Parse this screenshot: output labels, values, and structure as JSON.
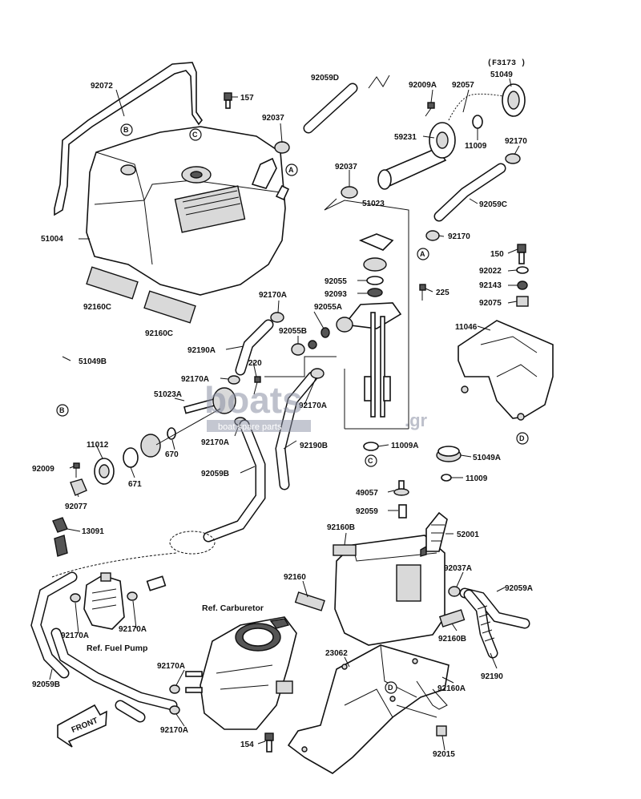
{
  "figure_code": "(F3173 )",
  "part_labels": {
    "p92072": "92072",
    "p157": "157",
    "p92059D": "92059D",
    "p92009A": "92009A",
    "p92057": "92057",
    "p51049": "51049",
    "p92037_top": "92037",
    "p59231": "59231",
    "p11009_top": "11009",
    "p92170_top": "92170",
    "p92037_mid": "92037",
    "p51023": "51023",
    "p92059C": "92059C",
    "p51004": "51004",
    "p92170_mid": "92170",
    "p150": "150",
    "p92022": "92022",
    "p92143": "92143",
    "p92075": "92075",
    "p92160C_a": "92160C",
    "p92160C_b": "92160C",
    "p92055": "92055",
    "p92093": "92093",
    "p225": "225",
    "p92170A_a": "92170A",
    "p92055A": "92055A",
    "p92055B": "92055B",
    "p11046": "11046",
    "p92190A": "92190A",
    "p220": "220",
    "p51049B": "51049B",
    "p92170A_b": "92170A",
    "p92170A_c": "92170A",
    "p51023A": "51023A",
    "p92170A_d": "92170A",
    "p670": "670",
    "p92190B": "92190B",
    "p11009A": "11009A",
    "p11012": "11012",
    "p92009": "92009",
    "p671": "671",
    "p92059B_a": "92059B",
    "p51049A": "51049A",
    "p92077": "92077",
    "p11009_mid": "11009",
    "p49057": "49057",
    "p92059": "92059",
    "p13091": "13091",
    "p92160B_a": "92160B",
    "p52001": "52001",
    "p92160": "92160",
    "p92037A": "92037A",
    "p92059A": "92059A",
    "p92170A_e": "92170A",
    "p92170A_f": "92170A",
    "p92160B_b": "92160B",
    "p92059B_b": "92059B",
    "p23062": "23062",
    "p92190": "92190",
    "p92170A_g": "92170A",
    "p92160A": "92160A",
    "p92170A_h": "92170A",
    "p154": "154",
    "p92015": "92015"
  },
  "refs": {
    "carburetor": "Ref. Carburetor",
    "fuel_pump": "Ref. Fuel Pump"
  },
  "front_arrow": "FRONT",
  "callouts": {
    "A": "A",
    "B": "B",
    "C": "C",
    "D": "D"
  },
  "watermark": {
    "brand": "boats",
    "suffix": ".gr",
    "tagline": "boat spare parts"
  }
}
